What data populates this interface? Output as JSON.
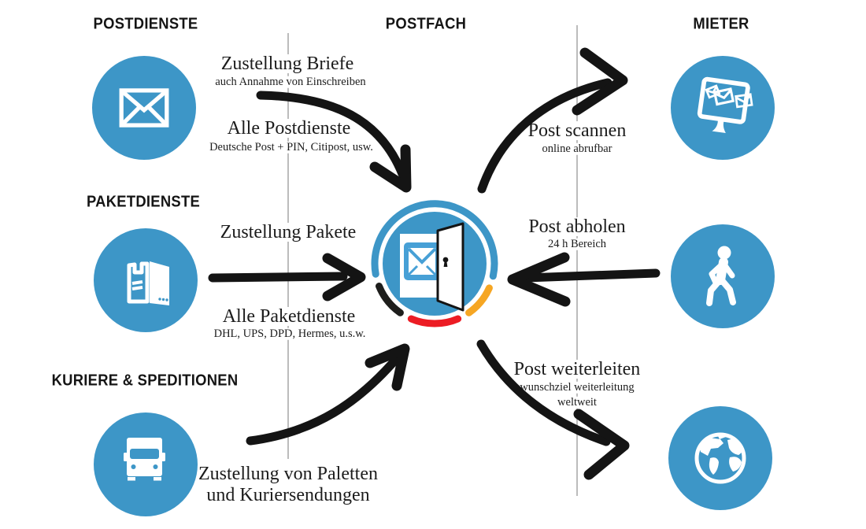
{
  "palette": {
    "circle_blue": "#3D96C7",
    "envelope_square_blue": "#47A0D6",
    "ink_black": "#141414",
    "ring_black": "#1E1E1C",
    "ring_red": "#EC1C24",
    "ring_gold": "#F6A623",
    "divider_gray": "#ABABAB"
  },
  "headers": {
    "postdienste": "POSTDIENSTE",
    "paketdienste": "PAKETDIENSTE",
    "kuriere": "KURIERE & SPEDITIONEN",
    "postfach": "POSTFACH",
    "mieter": "MIETER"
  },
  "sections": {
    "postdienste_icon": "envelope-icon",
    "paketdienste_icon": "package-icon",
    "kuriere_icon": "truck-icon",
    "postfach_icon": "mailbox-open-door-icon",
    "mieter_icons": [
      "monitor-mail-icon",
      "walking-person-icon",
      "globe-icon"
    ]
  },
  "flows": {
    "post": {
      "above_title": "Zustellung Briefe",
      "above_sub": "auch Annahme von Einschreiben",
      "below_title": "Alle Postdienste",
      "below_sub": "Deutsche Post + PIN, Citipost, usw."
    },
    "paket": {
      "above_title": "Zustellung Pakete",
      "below_title": "Alle Paketdienste",
      "below_sub": "DHL, UPS, DPD, Hermes, u.s.w."
    },
    "kurier": {
      "line1": "Zustellung von Paletten",
      "line2": "und Kuriersendungen"
    },
    "scannen": {
      "title": "Post scannen",
      "sub": "online abrufbar"
    },
    "abholen": {
      "title": "Post abholen",
      "sub": "24 h Bereich"
    },
    "weiterleiten": {
      "title": "Post weiterleiten",
      "sub1": "wunschziel weiterleitung",
      "sub2": "weltweit"
    }
  }
}
